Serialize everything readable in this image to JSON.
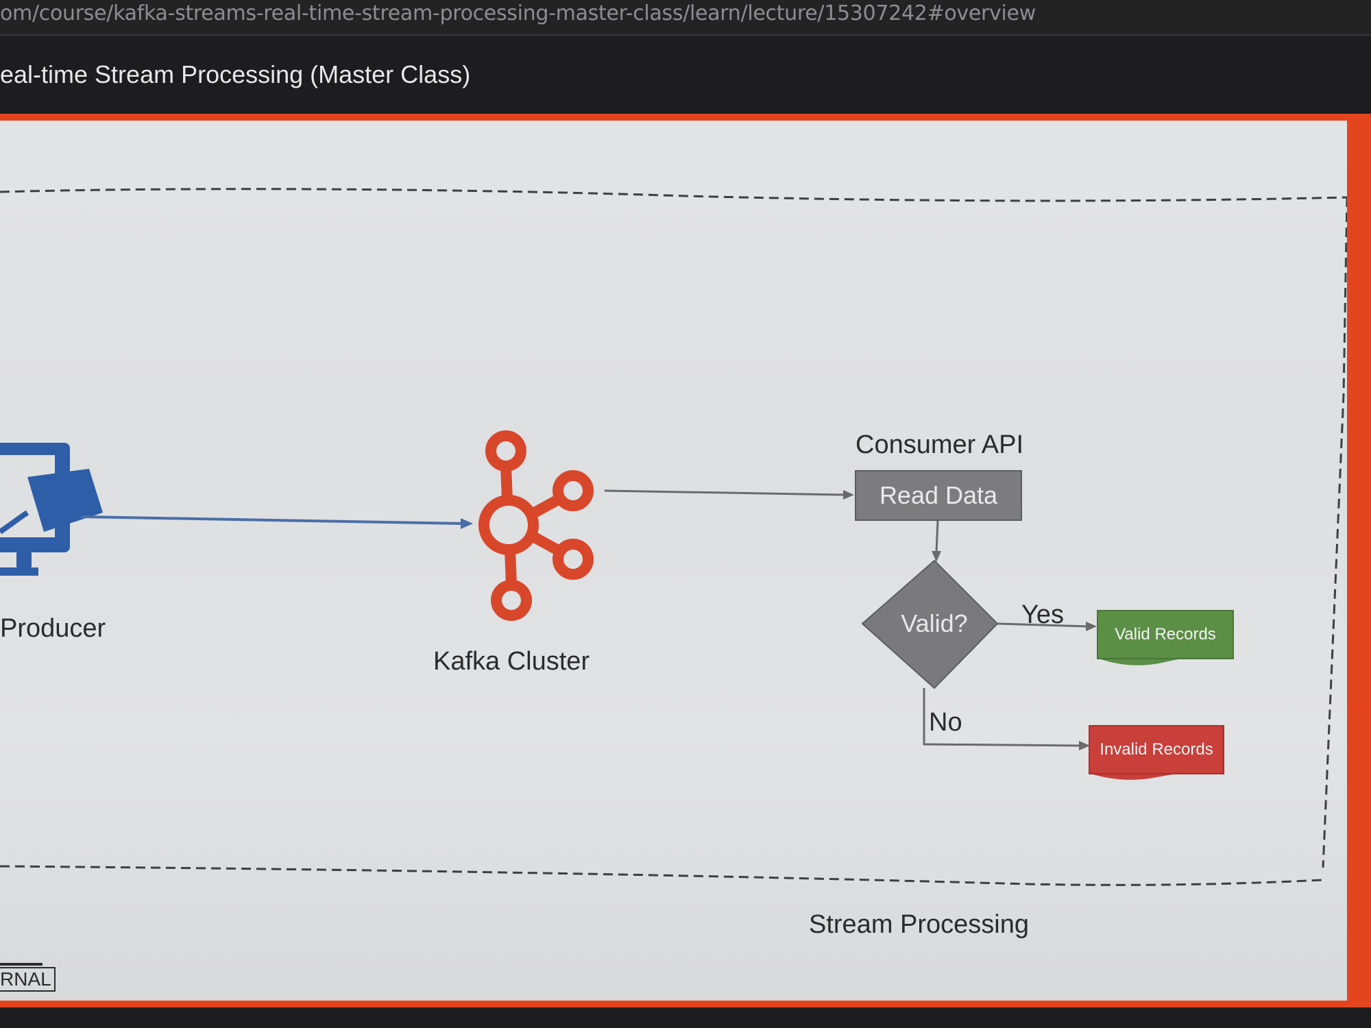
{
  "browser": {
    "url": "om/course/kafka-streams-real-time-stream-processing-master-class/learn/lecture/15307242#overview"
  },
  "course": {
    "title": "eal-time Stream Processing (Master Class)"
  },
  "slide": {
    "producer_label": "Producer",
    "kafka_label": "Kafka Cluster",
    "consumer_label": "Consumer API",
    "read_data": "Read Data",
    "valid_question": "Valid?",
    "yes_label": "Yes",
    "no_label": "No",
    "valid_records": "Valid Records",
    "invalid_records": "Invalid Records",
    "stream_label": "Stream Processing",
    "footer_tag": "RNAL"
  },
  "colors": {
    "kafka_logo": "#d9472b",
    "producer_icon": "#2f5ea8",
    "valid_box": "#5b8f46",
    "invalid_box": "#c93f3a",
    "process_box": "#7c7c7f",
    "slide_border": "#e4451f"
  },
  "icons": {
    "producer": "producer-monitor-plug-icon",
    "kafka": "kafka-logo-icon"
  }
}
